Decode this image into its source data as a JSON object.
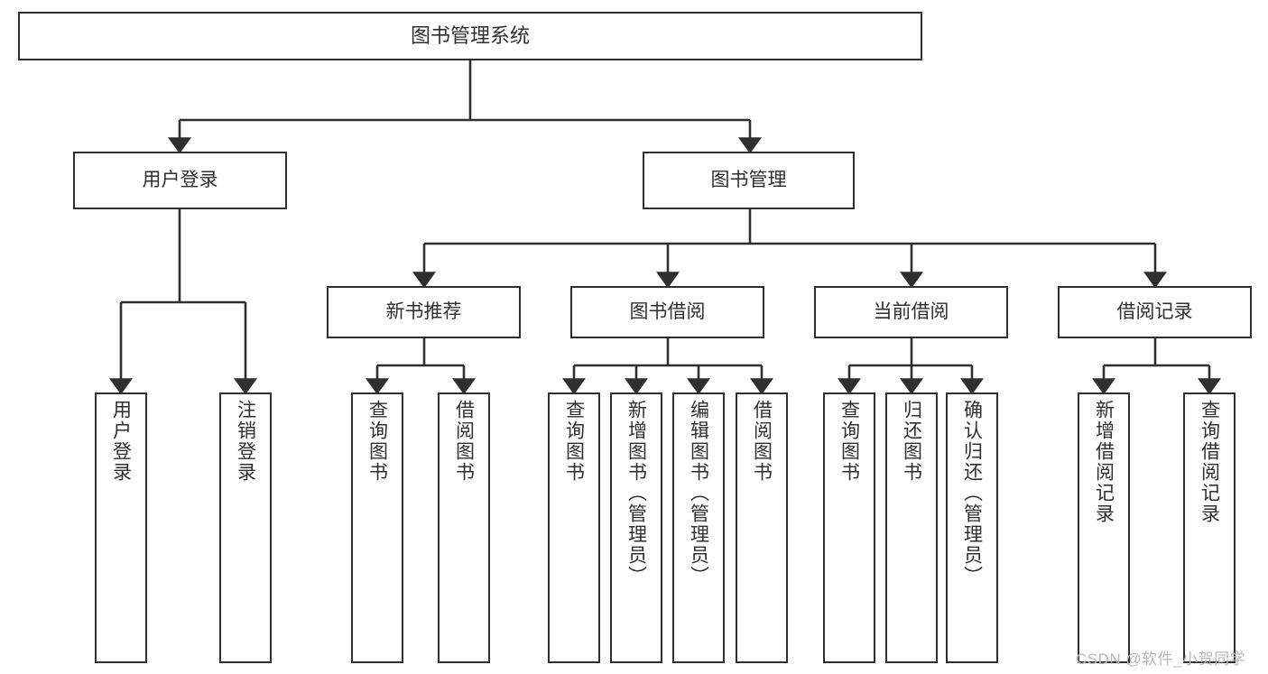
{
  "diagram": {
    "title_node": {
      "label": "图书管理系统"
    },
    "level2": [
      {
        "label": "用户登录"
      },
      {
        "label": "图书管理"
      }
    ],
    "level3": [
      {
        "label": "新书推荐"
      },
      {
        "label": "图书借阅"
      },
      {
        "label": "当前借阅"
      },
      {
        "label": "借阅记录"
      }
    ],
    "leaves": {
      "user_login": [
        {
          "label": "用户登录"
        },
        {
          "label": "注销登录"
        }
      ],
      "new_book": [
        {
          "label": "查询图书"
        },
        {
          "label": "借阅图书"
        }
      ],
      "book_borrow": [
        {
          "label": "查询图书"
        },
        {
          "label": "新增图书（管理员）"
        },
        {
          "label": "编辑图书（管理员）"
        },
        {
          "label": "借阅图书"
        }
      ],
      "current_borrow": [
        {
          "label": "查询图书"
        },
        {
          "label": "归还图书"
        },
        {
          "label": "确认归还（管理员）"
        }
      ],
      "borrow_record": [
        {
          "label": "新增借阅记录"
        },
        {
          "label": "查询借阅记录"
        }
      ]
    },
    "watermark": {
      "text": "CSDN @软件_小贺同学"
    },
    "colors": {
      "stroke": "#2f2f2f",
      "background": "#ffffff",
      "watermark": "#b8b8b8"
    }
  }
}
